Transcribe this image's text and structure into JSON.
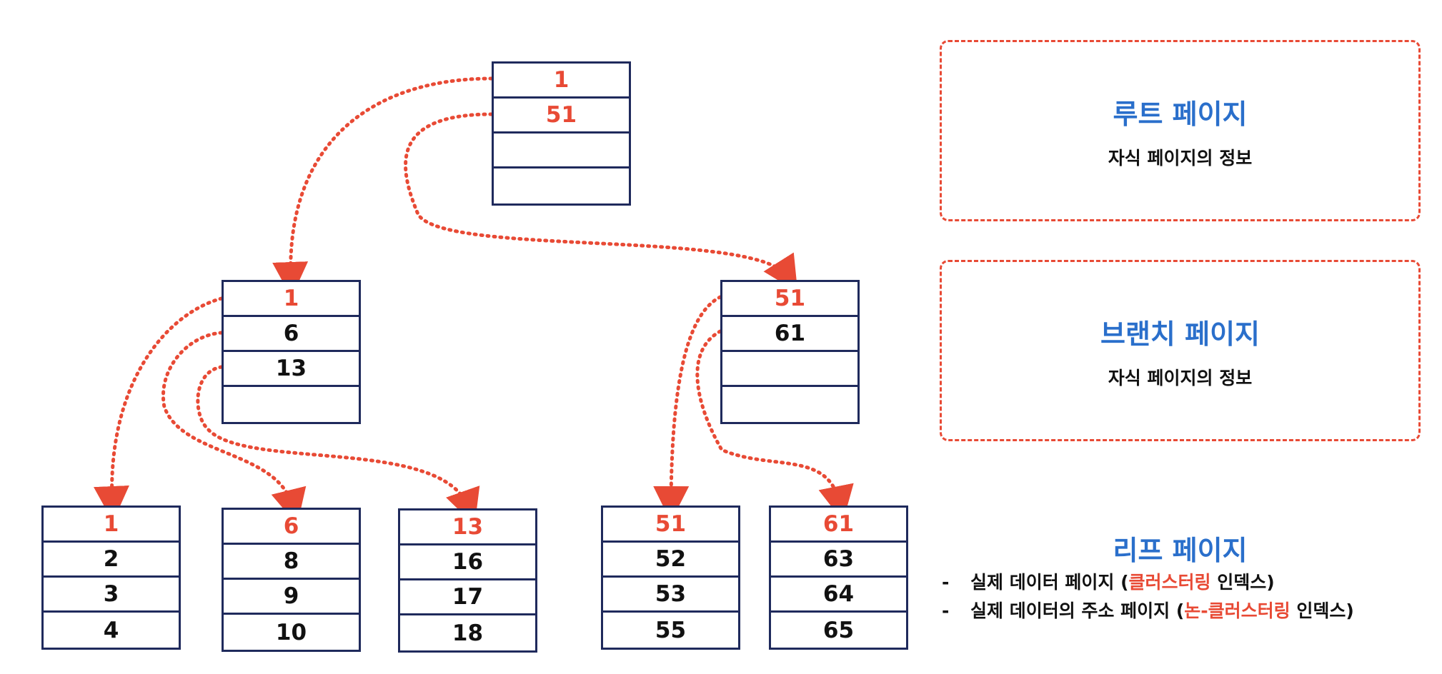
{
  "colors": {
    "accent_red": "#e84a35",
    "title_blue": "#2a6fcb",
    "box_border": "#1f2a5c",
    "text": "#111111"
  },
  "tree": {
    "root": {
      "cells": [
        "1",
        "51",
        "",
        ""
      ]
    },
    "branch_left": {
      "cells": [
        "1",
        "6",
        "13",
        ""
      ]
    },
    "branch_right": {
      "cells": [
        "51",
        "61",
        "",
        ""
      ]
    },
    "leaf1": {
      "cells": [
        "1",
        "2",
        "3",
        "4"
      ]
    },
    "leaf2": {
      "cells": [
        "6",
        "8",
        "9",
        "10"
      ]
    },
    "leaf3": {
      "cells": [
        "13",
        "16",
        "17",
        "18"
      ]
    },
    "leaf4": {
      "cells": [
        "51",
        "52",
        "53",
        "55"
      ]
    },
    "leaf5": {
      "cells": [
        "61",
        "63",
        "64",
        "65"
      ]
    }
  },
  "legend": {
    "root": {
      "title": "루트 페이지",
      "subtitle": "자식 페이지의 정보"
    },
    "branch": {
      "title": "브랜치 페이지",
      "subtitle": "자식 페이지의 정보"
    },
    "leaf": {
      "title": "리프 페이지",
      "line1": {
        "dash": "-",
        "before": "실제 데이터 페이지 (",
        "highlight": "클러스터링",
        "after": " 인덱스)"
      },
      "line2": {
        "dash": "-",
        "before": "실제 데이터의 주소 페이지 (",
        "highlight": "논-클러스터링",
        "after": " 인덱스)"
      }
    }
  }
}
